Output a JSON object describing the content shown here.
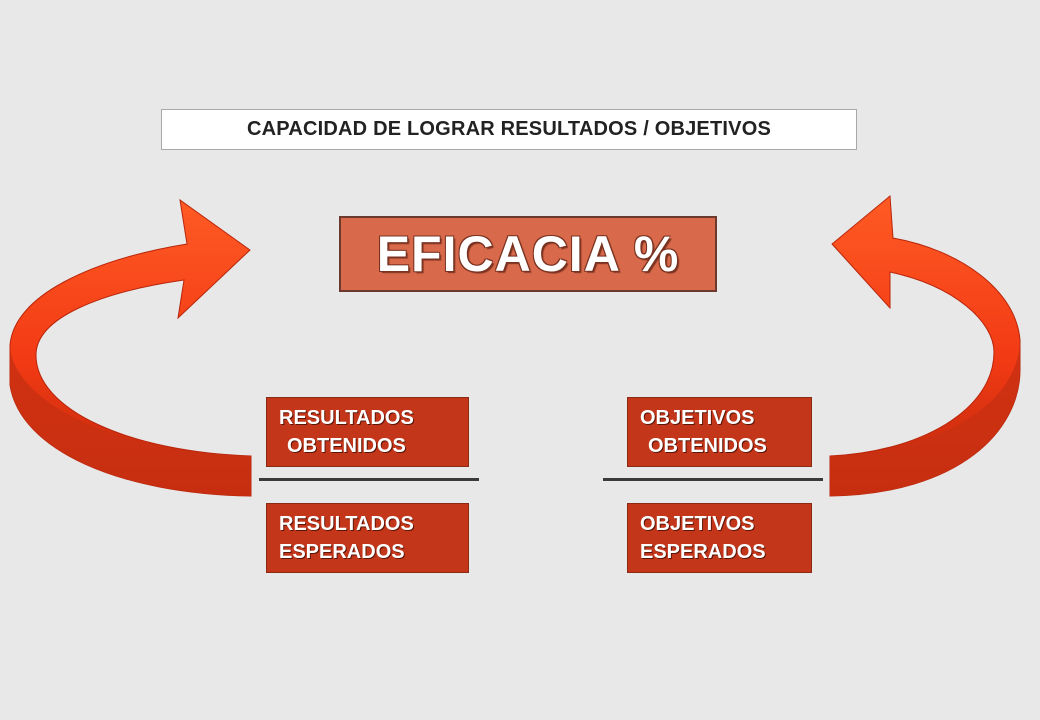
{
  "header": {
    "title": "CAPACIDAD DE LOGRAR RESULTADOS / OBJETIVOS"
  },
  "center": {
    "label": "EFICACIA %"
  },
  "left_fraction": {
    "numerator": [
      "RESULTADOS",
      "OBTENIDOS"
    ],
    "denominator": [
      "RESULTADOS",
      "ESPERADOS"
    ]
  },
  "right_fraction": {
    "numerator": [
      "OBJETIVOS",
      "OBTENIDOS"
    ],
    "denominator": [
      "OBJETIVOS",
      "ESPERADOS"
    ]
  },
  "colors": {
    "background": "#e8e8e8",
    "center_box": "#d8694a",
    "term_box": "#c4361a",
    "arrow_light": "#ff4a1a",
    "arrow_dark": "#c42a0e"
  }
}
